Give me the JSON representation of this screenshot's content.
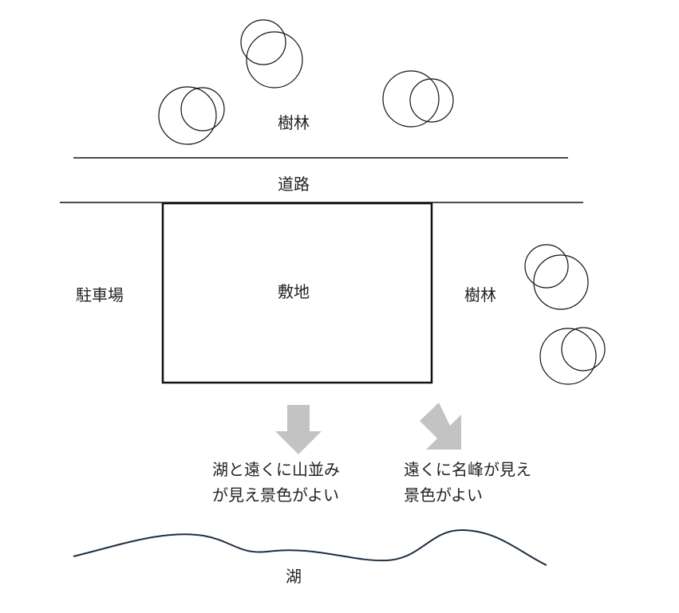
{
  "labels": {
    "trees_top": "樹林",
    "road": "道路",
    "parking": "駐車場",
    "site": "敷地",
    "trees_right": "樹林",
    "lake": "湖"
  },
  "views": [
    {
      "line1": "湖と遠くに山並み",
      "line2": "が見え景色がよい"
    },
    {
      "line1": "遠くに名峰が見え",
      "line2": "景色がよい"
    }
  ],
  "colors": {
    "line": "#111111",
    "arrow": "#c3c3c3",
    "lake_line": "#1d2f40"
  }
}
